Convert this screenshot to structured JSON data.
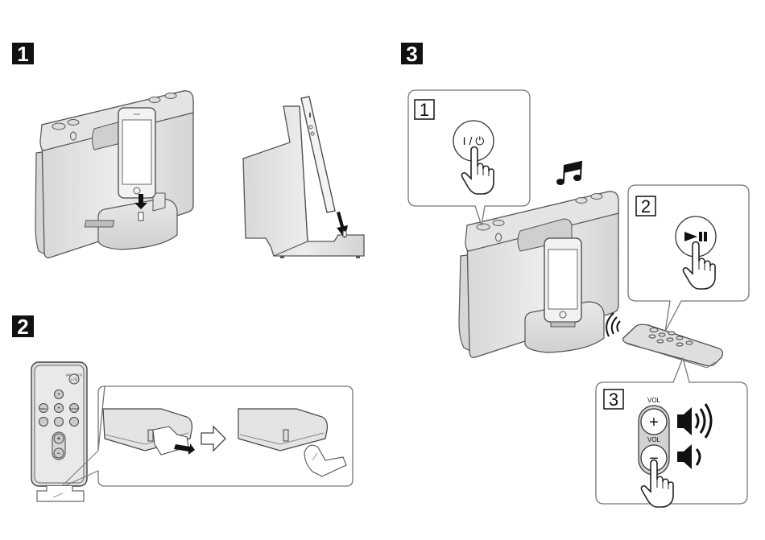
{
  "steps": [
    {
      "number": "1",
      "description": "Dock the iPhone onto the speaker's Lightning connector"
    },
    {
      "number": "2",
      "description": "Pull out the insulation film from the remote control battery compartment"
    },
    {
      "number": "3",
      "description": "Power on, play/pause and adjust volume"
    }
  ],
  "step3": {
    "substeps": [
      {
        "number": "1",
        "button_label": "I / ⏻",
        "icon": "power-button-icon"
      },
      {
        "number": "2",
        "button_label": "►❙❙",
        "icon": "play-pause-button-icon"
      },
      {
        "number": "3",
        "vol_up_label": "VOL",
        "vol_up_symbol": "+",
        "vol_down_label": "VOL",
        "vol_down_symbol": "−",
        "icon": "volume-buttons-icon"
      }
    ]
  },
  "remote": {
    "top_label": "(AC ONLY)",
    "power_label": "I / ⏻",
    "menu_label": "MENU",
    "enter_label": "ENTER",
    "vol_label": "VOL"
  },
  "colors": {
    "badge": "#111111",
    "outline": "#555555",
    "device_fill": "#e6e6e6",
    "device_shade": "#cfcfcf"
  }
}
